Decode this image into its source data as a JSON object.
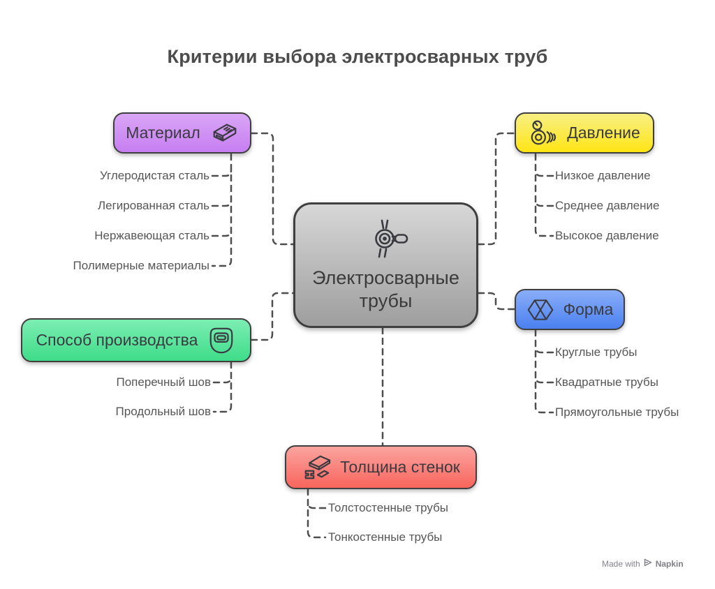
{
  "title": "Критерии выбора электросварных труб",
  "center": {
    "line1": "Электросварные",
    "line2": "трубы",
    "icon": "welded-pipe-icon"
  },
  "branches": [
    {
      "id": "material",
      "label": "Материал",
      "icon": "metal-ingot-icon",
      "items": [
        "Углеродистая сталь",
        "Легированная сталь",
        "Нержавеющая сталь",
        "Полимерные материалы"
      ]
    },
    {
      "id": "pressure",
      "label": "Давление",
      "icon": "pressure-gauge-icon",
      "items": [
        "Низкое давление",
        "Среднее давление",
        "Высокое давление"
      ]
    },
    {
      "id": "production",
      "label": "Способ производства",
      "icon": "welding-mask-icon",
      "items": [
        "Поперечный шов",
        "Продольный шов"
      ]
    },
    {
      "id": "shape",
      "label": "Форма",
      "icon": "hexagon-prism-icon",
      "items": [
        "Круглые трубы",
        "Квадратные трубы",
        "Прямоугольные трубы"
      ]
    },
    {
      "id": "thickness",
      "label": "Толщина стенок",
      "icon": "steel-plate-icon",
      "items": [
        "Толстостенные трубы",
        "Тонкостенные трубы"
      ]
    }
  ],
  "colors": {
    "material": {
      "top": "#d9a6f6",
      "bottom": "#c77ef1"
    },
    "pressure": {
      "top": "#f7ef83",
      "bottom": "#ffe515"
    },
    "production": {
      "top": "#7deeb3",
      "bottom": "#3edc89"
    },
    "shape": {
      "top": "#8aaef8",
      "bottom": "#4a80f0"
    },
    "thickness": {
      "top": "#fba49f",
      "bottom": "#f8655d"
    },
    "center": {
      "top": "#d7d7d7",
      "bottom": "#9e9e9e"
    },
    "node_border": "#3f3f3f",
    "connector": "#4d4d4d",
    "title_text": "#4c4c4c",
    "node_text": "#3a3a41",
    "leaf_text": "#565656"
  },
  "watermark": {
    "prefix": "Made with",
    "brand": "Napkin"
  }
}
